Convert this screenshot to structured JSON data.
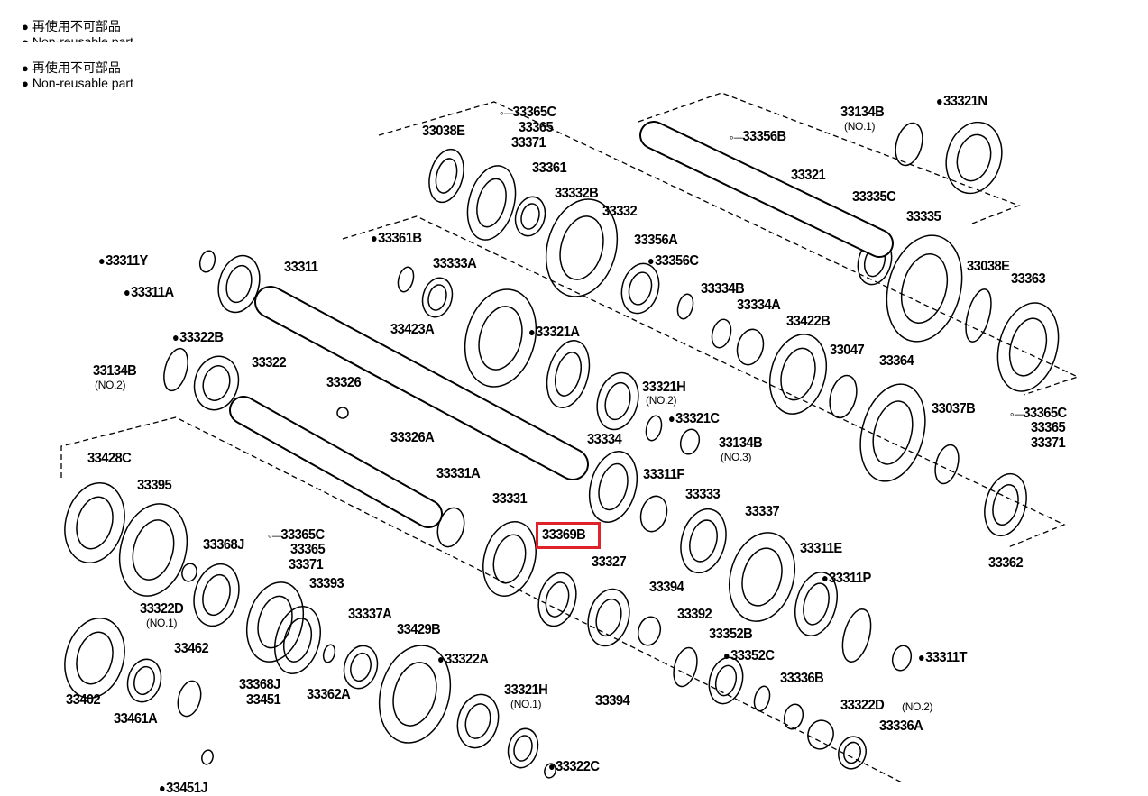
{
  "legend": {
    "bullet": "●",
    "jp": "再使用不可部品",
    "en": "Non-reusable part"
  },
  "parts": [
    {
      "no": "33365C"
    },
    {
      "no": "33365"
    },
    {
      "no": "33371"
    },
    {
      "no": "33038E"
    },
    {
      "no": "33361"
    },
    {
      "no": "33332B"
    },
    {
      "no": "33332"
    },
    {
      "no": "33356A"
    },
    {
      "no": "33356C",
      "nr": true
    },
    {
      "no": "33361B",
      "nr": true
    },
    {
      "no": "33333A"
    },
    {
      "no": "33311"
    },
    {
      "no": "33311Y",
      "nr": true
    },
    {
      "no": "33311A",
      "nr": true
    },
    {
      "no": "33423A"
    },
    {
      "no": "33321A",
      "nr": true
    },
    {
      "no": "33322B",
      "nr": true
    },
    {
      "no": "33322"
    },
    {
      "no": "33134B",
      "sub": "(NO.2)"
    },
    {
      "no": "33326"
    },
    {
      "no": "33326A"
    },
    {
      "no": "33321H",
      "sub": "(NO.2)"
    },
    {
      "no": "33321C",
      "nr": true
    },
    {
      "no": "33134B",
      "sub": "(NO.3)"
    },
    {
      "no": "33334"
    },
    {
      "no": "33311F"
    },
    {
      "no": "33331A"
    },
    {
      "no": "33428C"
    },
    {
      "no": "33395"
    },
    {
      "no": "33331"
    },
    {
      "no": "33369B",
      "highlighted": true
    },
    {
      "no": "33333"
    },
    {
      "no": "33337"
    },
    {
      "no": "33368J"
    },
    {
      "no": "33365C"
    },
    {
      "no": "33365"
    },
    {
      "no": "33371"
    },
    {
      "no": "33393"
    },
    {
      "no": "33322D",
      "sub": "(NO.1)"
    },
    {
      "no": "33327"
    },
    {
      "no": "33394"
    },
    {
      "no": "33392"
    },
    {
      "no": "33337A"
    },
    {
      "no": "33429B"
    },
    {
      "no": "33311E"
    },
    {
      "no": "33311P",
      "nr": true
    },
    {
      "no": "33352B"
    },
    {
      "no": "33352C",
      "nr": true
    },
    {
      "no": "33402"
    },
    {
      "no": "33461A"
    },
    {
      "no": "33462"
    },
    {
      "no": "33368J"
    },
    {
      "no": "33451"
    },
    {
      "no": "33362A"
    },
    {
      "no": "33322A",
      "nr": true
    },
    {
      "no": "33321H",
      "sub": "(NO.1)"
    },
    {
      "no": "33394"
    },
    {
      "no": "33336B"
    },
    {
      "no": "33322D",
      "sub": "(NO.2)"
    },
    {
      "no": "33336A"
    },
    {
      "no": "33322C",
      "nr": true
    },
    {
      "no": "33311T",
      "nr": true
    },
    {
      "no": "33451J",
      "nr": true
    },
    {
      "no": "33134B",
      "sub": "(NO.1)"
    },
    {
      "no": "33321N",
      "nr": true
    },
    {
      "no": "33356B"
    },
    {
      "no": "33321"
    },
    {
      "no": "33335C"
    },
    {
      "no": "33335"
    },
    {
      "no": "33038E"
    },
    {
      "no": "33363"
    },
    {
      "no": "33334B"
    },
    {
      "no": "33334A"
    },
    {
      "no": "33422B"
    },
    {
      "no": "33047"
    },
    {
      "no": "33364"
    },
    {
      "no": "33037B"
    },
    {
      "no": "33365C"
    },
    {
      "no": "33365"
    },
    {
      "no": "33371"
    },
    {
      "no": "33362"
    }
  ],
  "colors": {
    "highlight": "#e0222a",
    "line": "#000000"
  }
}
